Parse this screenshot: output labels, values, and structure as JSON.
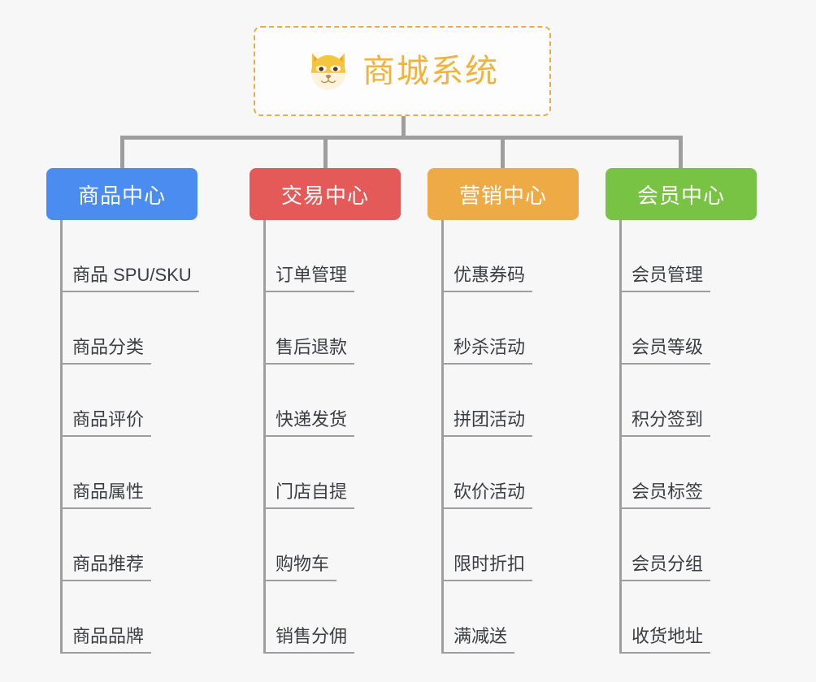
{
  "background_color": "#f7f7f7",
  "root": {
    "title": "商城系统",
    "icon": "shiba-dog-face-icon",
    "text_color": "#f0b340",
    "border_color": "#e9ac4a"
  },
  "connector_color": "#9e9e9e",
  "columns": [
    {
      "id": "product-center",
      "label": "商品中心",
      "color": "#4a8cf0",
      "items": [
        "商品 SPU/SKU",
        "商品分类",
        "商品评价",
        "商品属性",
        "商品推荐",
        "商品品牌"
      ]
    },
    {
      "id": "trade-center",
      "label": "交易中心",
      "color": "#e35a58",
      "items": [
        "订单管理",
        "售后退款",
        "快递发货",
        "门店自提",
        "购物车",
        "销售分佣"
      ]
    },
    {
      "id": "marketing-center",
      "label": "营销中心",
      "color": "#eeab45",
      "items": [
        "优惠券码",
        "秒杀活动",
        "拼团活动",
        "砍价活动",
        "限时折扣",
        "满减送"
      ]
    },
    {
      "id": "member-center",
      "label": "会员中心",
      "color": "#78c244",
      "items": [
        "会员管理",
        "会员等级",
        "积分签到",
        "会员标签",
        "会员分组",
        "收货地址"
      ]
    }
  ]
}
